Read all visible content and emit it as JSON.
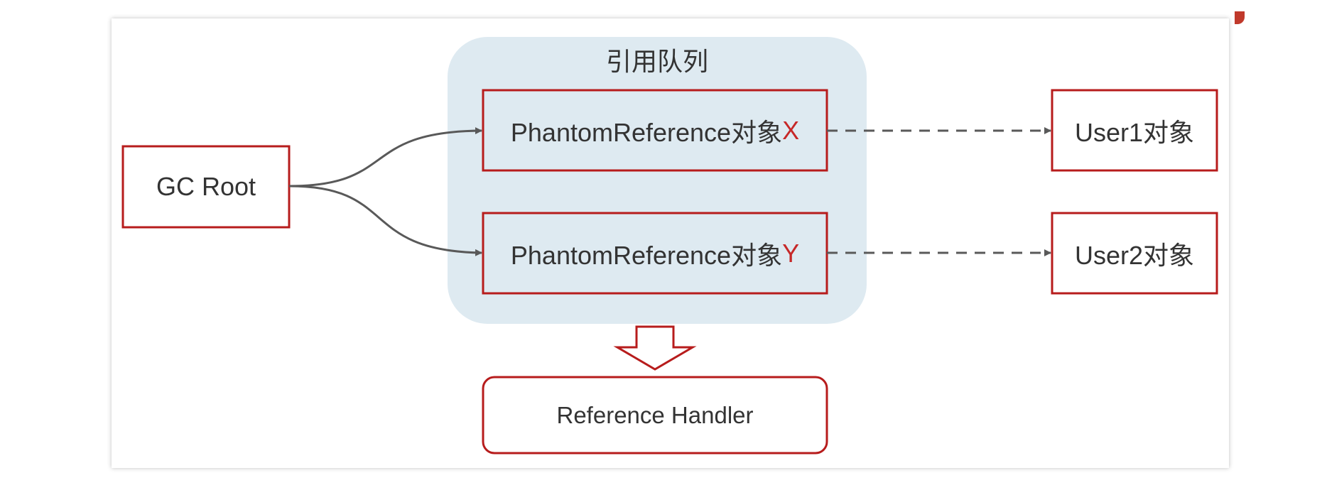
{
  "colors": {
    "box_border": "#b71c1c",
    "queue_background": "#deeaf1",
    "arrow": "#595959",
    "accent_text": "#c62828",
    "text": "#333333"
  },
  "queue": {
    "title": "引用队列"
  },
  "gc_root": {
    "label": "GC Root"
  },
  "phantom_refs": [
    {
      "label": "PhantomReference对象",
      "suffix": "X"
    },
    {
      "label": "PhantomReference对象",
      "suffix": "Y"
    }
  ],
  "users": [
    {
      "label": "User1对象"
    },
    {
      "label": "User2对象"
    }
  ],
  "handler": {
    "label": "Reference Handler"
  }
}
